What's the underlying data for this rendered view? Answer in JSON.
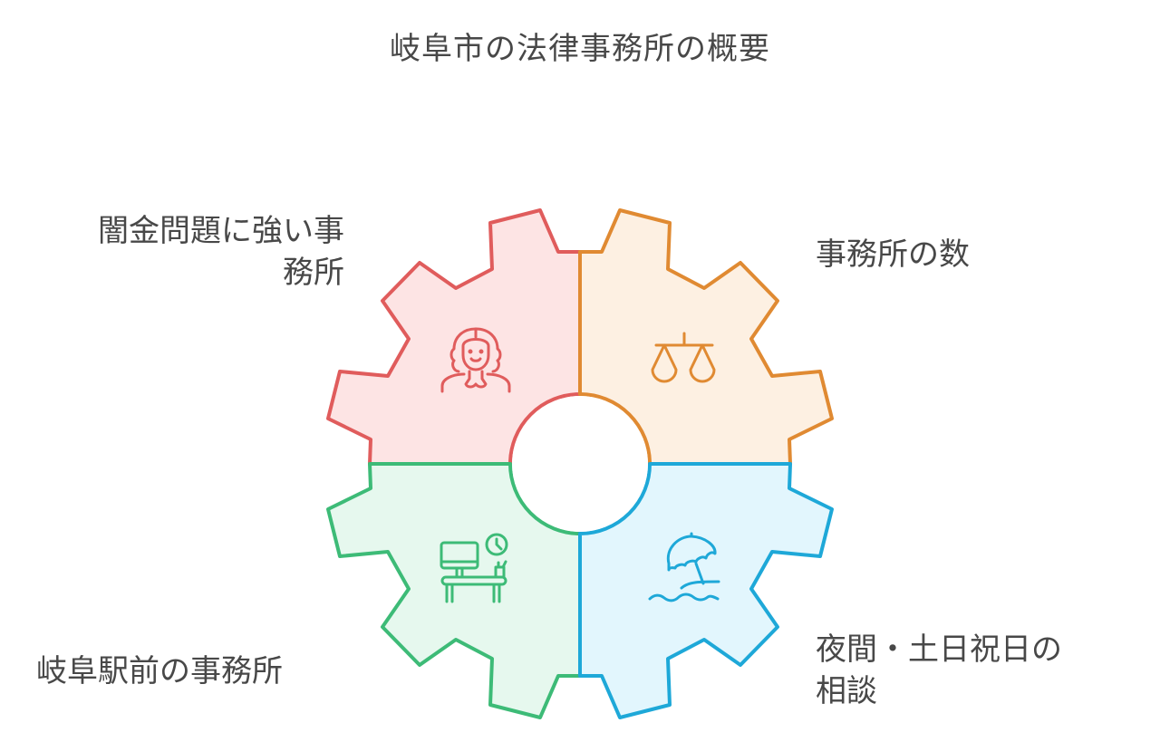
{
  "title": "岐阜市の法律事務所の概要",
  "colors": {
    "red": "#e05c5c",
    "red_fill": "#fde4e4",
    "orange": "#e08a32",
    "orange_fill": "#fdf0e2",
    "green": "#3dbb77",
    "green_fill": "#e6f8ee",
    "blue": "#1ea8d8",
    "blue_fill": "#e2f6fd",
    "text": "#484848"
  },
  "segments": [
    {
      "position": "top-left",
      "label": "闇金問題に強い事務所",
      "icon": "judge-person-icon",
      "color": "red"
    },
    {
      "position": "top-right",
      "label": "事務所の数",
      "icon": "balance-scale-icon",
      "color": "orange"
    },
    {
      "position": "bottom-left",
      "label": "岐阜駅前の事務所",
      "icon": "office-desk-clock-icon",
      "color": "green"
    },
    {
      "position": "bottom-right",
      "label": "夜間・土日祝日の相談",
      "icon": "beach-umbrella-icon",
      "color": "blue"
    }
  ],
  "labels": {
    "top_left_line1": "闇金問題に強い事",
    "top_left_line2": "務所",
    "top_right": "事務所の数",
    "bottom_left": "岐阜駅前の事務所",
    "bottom_right_line1": "夜間・土日祝日の",
    "bottom_right_line2": "相談"
  }
}
